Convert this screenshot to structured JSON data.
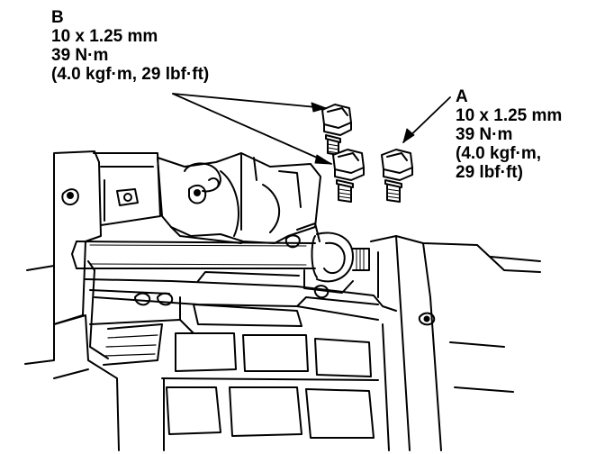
{
  "callouts": {
    "b": {
      "letter": "B",
      "size": "10 x 1.25 mm",
      "torque_nm": "39 N·m",
      "torque_alt": "(4.0 kgf·m, 29 lbf·ft)"
    },
    "a": {
      "letter": "A",
      "size": "10 x 1.25 mm",
      "torque_nm": "39 N·m",
      "torque_alt_1": "(4.0 kgf·m,",
      "torque_alt_2": "29 lbf·ft)"
    }
  },
  "colors": {
    "ink": "#000000",
    "paper": "#ffffff"
  }
}
